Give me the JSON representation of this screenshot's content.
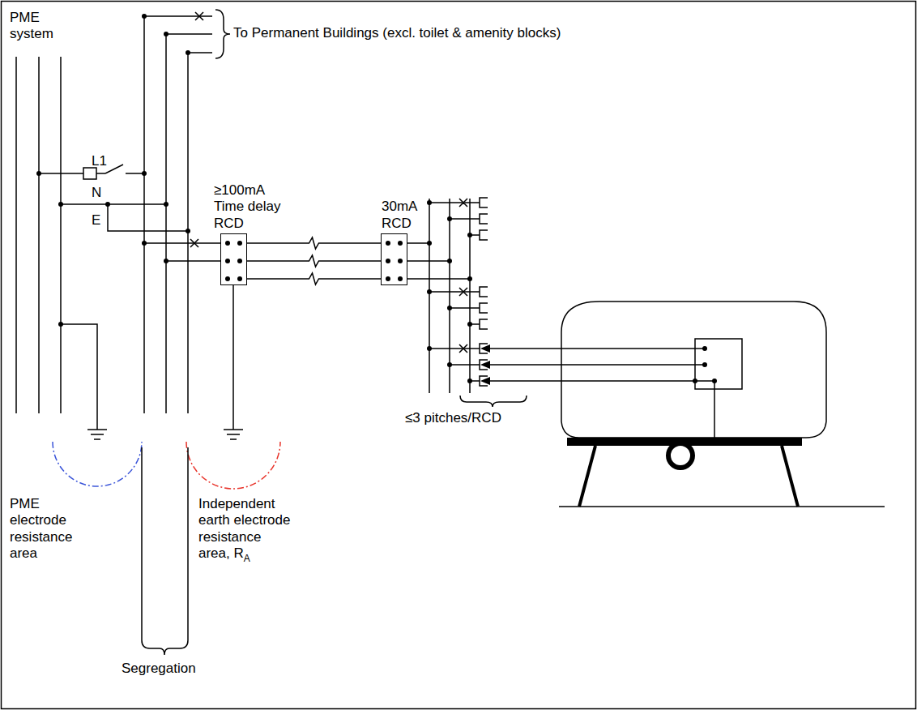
{
  "diagram": {
    "nodes": [
      {
        "text": [
          "≥100mA Time delay RCD"
        ]
      },
      {
        "text": [
          "30mA RCD"
        ]
      }
    ],
    "edges": [
      {
        "from": 0,
        "to": 1,
        "arrow": "none"
      },
      {
        "from": 0,
        "to": 1,
        "arrow": "none"
      },
      {
        "from": 0,
        "to": 1,
        "arrow": "none"
      }
    ],
    "labels": [
      "PME system",
      "To Permanent Buildings (excl. toilet & amenity blocks)",
      "L1",
      "N",
      "E",
      "≤3 pitches/RCD",
      "PME electrode resistance area",
      "Independent earth electrode resistance area, R",
      "A",
      "Segregation"
    ]
  }
}
